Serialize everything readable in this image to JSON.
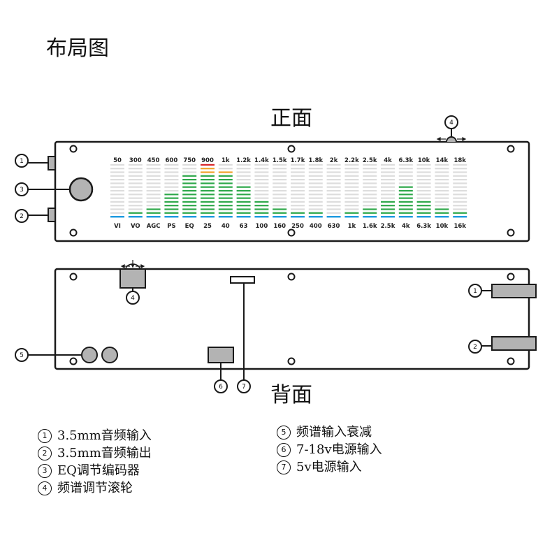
{
  "titles": {
    "layout": "布局图",
    "front": "正面",
    "back": "背面"
  },
  "colors": {
    "outline": "#1a1a1a",
    "inactive": "#dddddd",
    "green": "#2ea84a",
    "orange": "#f0a22a",
    "red": "#d9262a",
    "blue": "#1e9be0",
    "gray": "#b3b3b3"
  },
  "front": {
    "top_labels": [
      "50",
      "300",
      "450",
      "600",
      "750",
      "900",
      "1k",
      "1.2k",
      "1.4k",
      "1.5k",
      "1.7k",
      "1.8k",
      "2k",
      "2.2k",
      "2.5k",
      "4k",
      "6.3k",
      "10k",
      "14k",
      "18k"
    ],
    "bottom_labels": [
      "VI",
      "VO",
      "AGC",
      "PS",
      "EQ",
      "25",
      "40",
      "63",
      "100",
      "160",
      "250",
      "400",
      "630",
      "1k",
      "1.6k",
      "2.5k",
      "4k",
      "6.3k",
      "10k",
      "16k"
    ],
    "levels": [
      0,
      1,
      2,
      6,
      11,
      14,
      12,
      8,
      4,
      2,
      1,
      1,
      0,
      1,
      2,
      4,
      8,
      4,
      2,
      1
    ],
    "segments_per_bar": 14
  },
  "callouts": {
    "front": [
      "1",
      "3",
      "2",
      "4"
    ],
    "back": [
      "4",
      "1",
      "2",
      "5",
      "6",
      "7"
    ]
  },
  "legend": [
    {
      "num": "1",
      "text": "3.5mm音频输入"
    },
    {
      "num": "2",
      "text": "3.5mm音频输出"
    },
    {
      "num": "3",
      "text": "EQ调节编码器"
    },
    {
      "num": "4",
      "text": "频谱调节滚轮"
    },
    {
      "num": "5",
      "text": "频谱输入衰减"
    },
    {
      "num": "6",
      "text": "7-18v电源输入"
    },
    {
      "num": "7",
      "text": "5v电源输入"
    }
  ]
}
